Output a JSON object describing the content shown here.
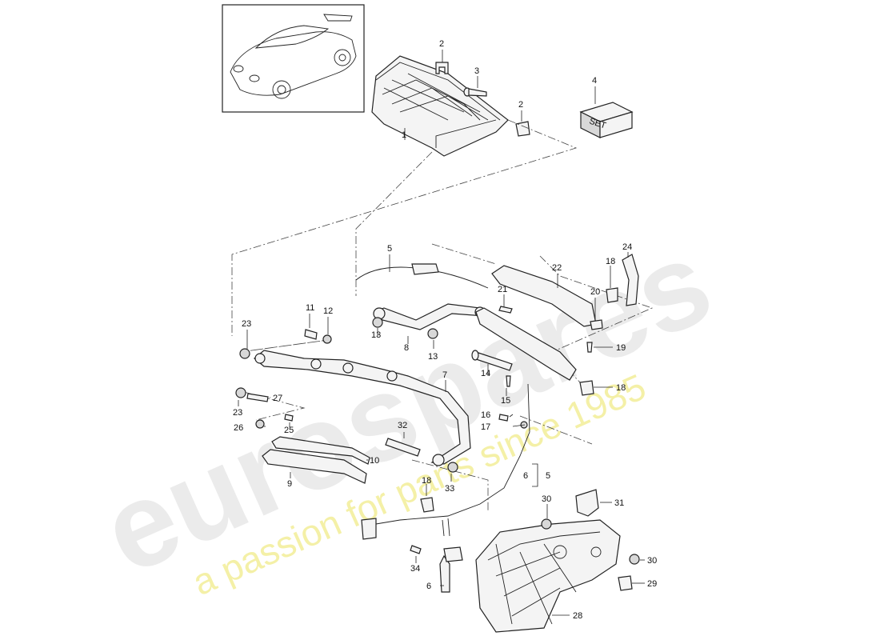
{
  "watermark": {
    "brand": "eurospares",
    "tagline": "a passion for parts since 1985"
  },
  "set_box_text": "SET",
  "callouts": [
    {
      "id": "c1",
      "text": "1"
    },
    {
      "id": "c2a",
      "text": "2"
    },
    {
      "id": "c2b",
      "text": "2"
    },
    {
      "id": "c3",
      "text": "3"
    },
    {
      "id": "c4",
      "text": "4"
    },
    {
      "id": "c5a",
      "text": "5"
    },
    {
      "id": "c5b",
      "text": "5"
    },
    {
      "id": "c6a",
      "text": "6"
    },
    {
      "id": "c6b",
      "text": "6"
    },
    {
      "id": "c7",
      "text": "7"
    },
    {
      "id": "c8",
      "text": "8"
    },
    {
      "id": "c9",
      "text": "9"
    },
    {
      "id": "c10",
      "text": "10"
    },
    {
      "id": "c11",
      "text": "11"
    },
    {
      "id": "c12",
      "text": "12"
    },
    {
      "id": "c13a",
      "text": "13"
    },
    {
      "id": "c13b",
      "text": "13"
    },
    {
      "id": "c14",
      "text": "14"
    },
    {
      "id": "c15",
      "text": "15"
    },
    {
      "id": "c16",
      "text": "16"
    },
    {
      "id": "c17",
      "text": "17"
    },
    {
      "id": "c18a",
      "text": "18"
    },
    {
      "id": "c18b",
      "text": "18"
    },
    {
      "id": "c18c",
      "text": "18"
    },
    {
      "id": "c19",
      "text": "19"
    },
    {
      "id": "c20",
      "text": "20"
    },
    {
      "id": "c21",
      "text": "21"
    },
    {
      "id": "c22",
      "text": "22"
    },
    {
      "id": "c23a",
      "text": "23"
    },
    {
      "id": "c23b",
      "text": "23"
    },
    {
      "id": "c24",
      "text": "24"
    },
    {
      "id": "c25",
      "text": "25"
    },
    {
      "id": "c26",
      "text": "26"
    },
    {
      "id": "c27",
      "text": "27"
    },
    {
      "id": "c28",
      "text": "28"
    },
    {
      "id": "c29",
      "text": "29"
    },
    {
      "id": "c30a",
      "text": "30"
    },
    {
      "id": "c30b",
      "text": "30"
    },
    {
      "id": "c31",
      "text": "31"
    },
    {
      "id": "c32",
      "text": "32"
    },
    {
      "id": "c33",
      "text": "33"
    },
    {
      "id": "c34",
      "text": "34"
    }
  ]
}
